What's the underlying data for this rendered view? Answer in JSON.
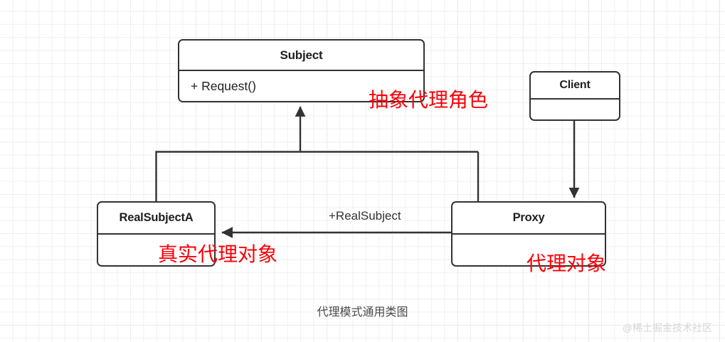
{
  "diagram": {
    "caption": "代理模式通用类图",
    "watermark": "@稀土掘金技术社区",
    "background": "#ffffff",
    "grid_color": "#e4e4e4",
    "stroke_color": "#333333",
    "annotation_color": "#fb0007",
    "classes": [
      {
        "id": "subject",
        "name": "Subject",
        "members": [
          "+ Request()"
        ]
      },
      {
        "id": "client",
        "name": "Client",
        "members": []
      },
      {
        "id": "realsubject",
        "name": "RealSubjectA",
        "members": []
      },
      {
        "id": "proxy",
        "name": "Proxy",
        "members": []
      }
    ],
    "relations": [
      {
        "id": "inheritance",
        "from": "RealSubjectA, Proxy",
        "to": "Subject",
        "type": "generalization",
        "label": ""
      },
      {
        "id": "client-proxy",
        "from": "Client",
        "to": "Proxy",
        "type": "dependency",
        "label": ""
      },
      {
        "id": "proxy-realsubject",
        "from": "Proxy",
        "to": "RealSubjectA",
        "type": "association",
        "label": "+RealSubject"
      }
    ],
    "annotations": [
      {
        "id": "abstract-role",
        "text": "抽象代理角色"
      },
      {
        "id": "real-object",
        "text": "真实代理对象"
      },
      {
        "id": "proxy-object",
        "text": "代理对象"
      }
    ]
  }
}
